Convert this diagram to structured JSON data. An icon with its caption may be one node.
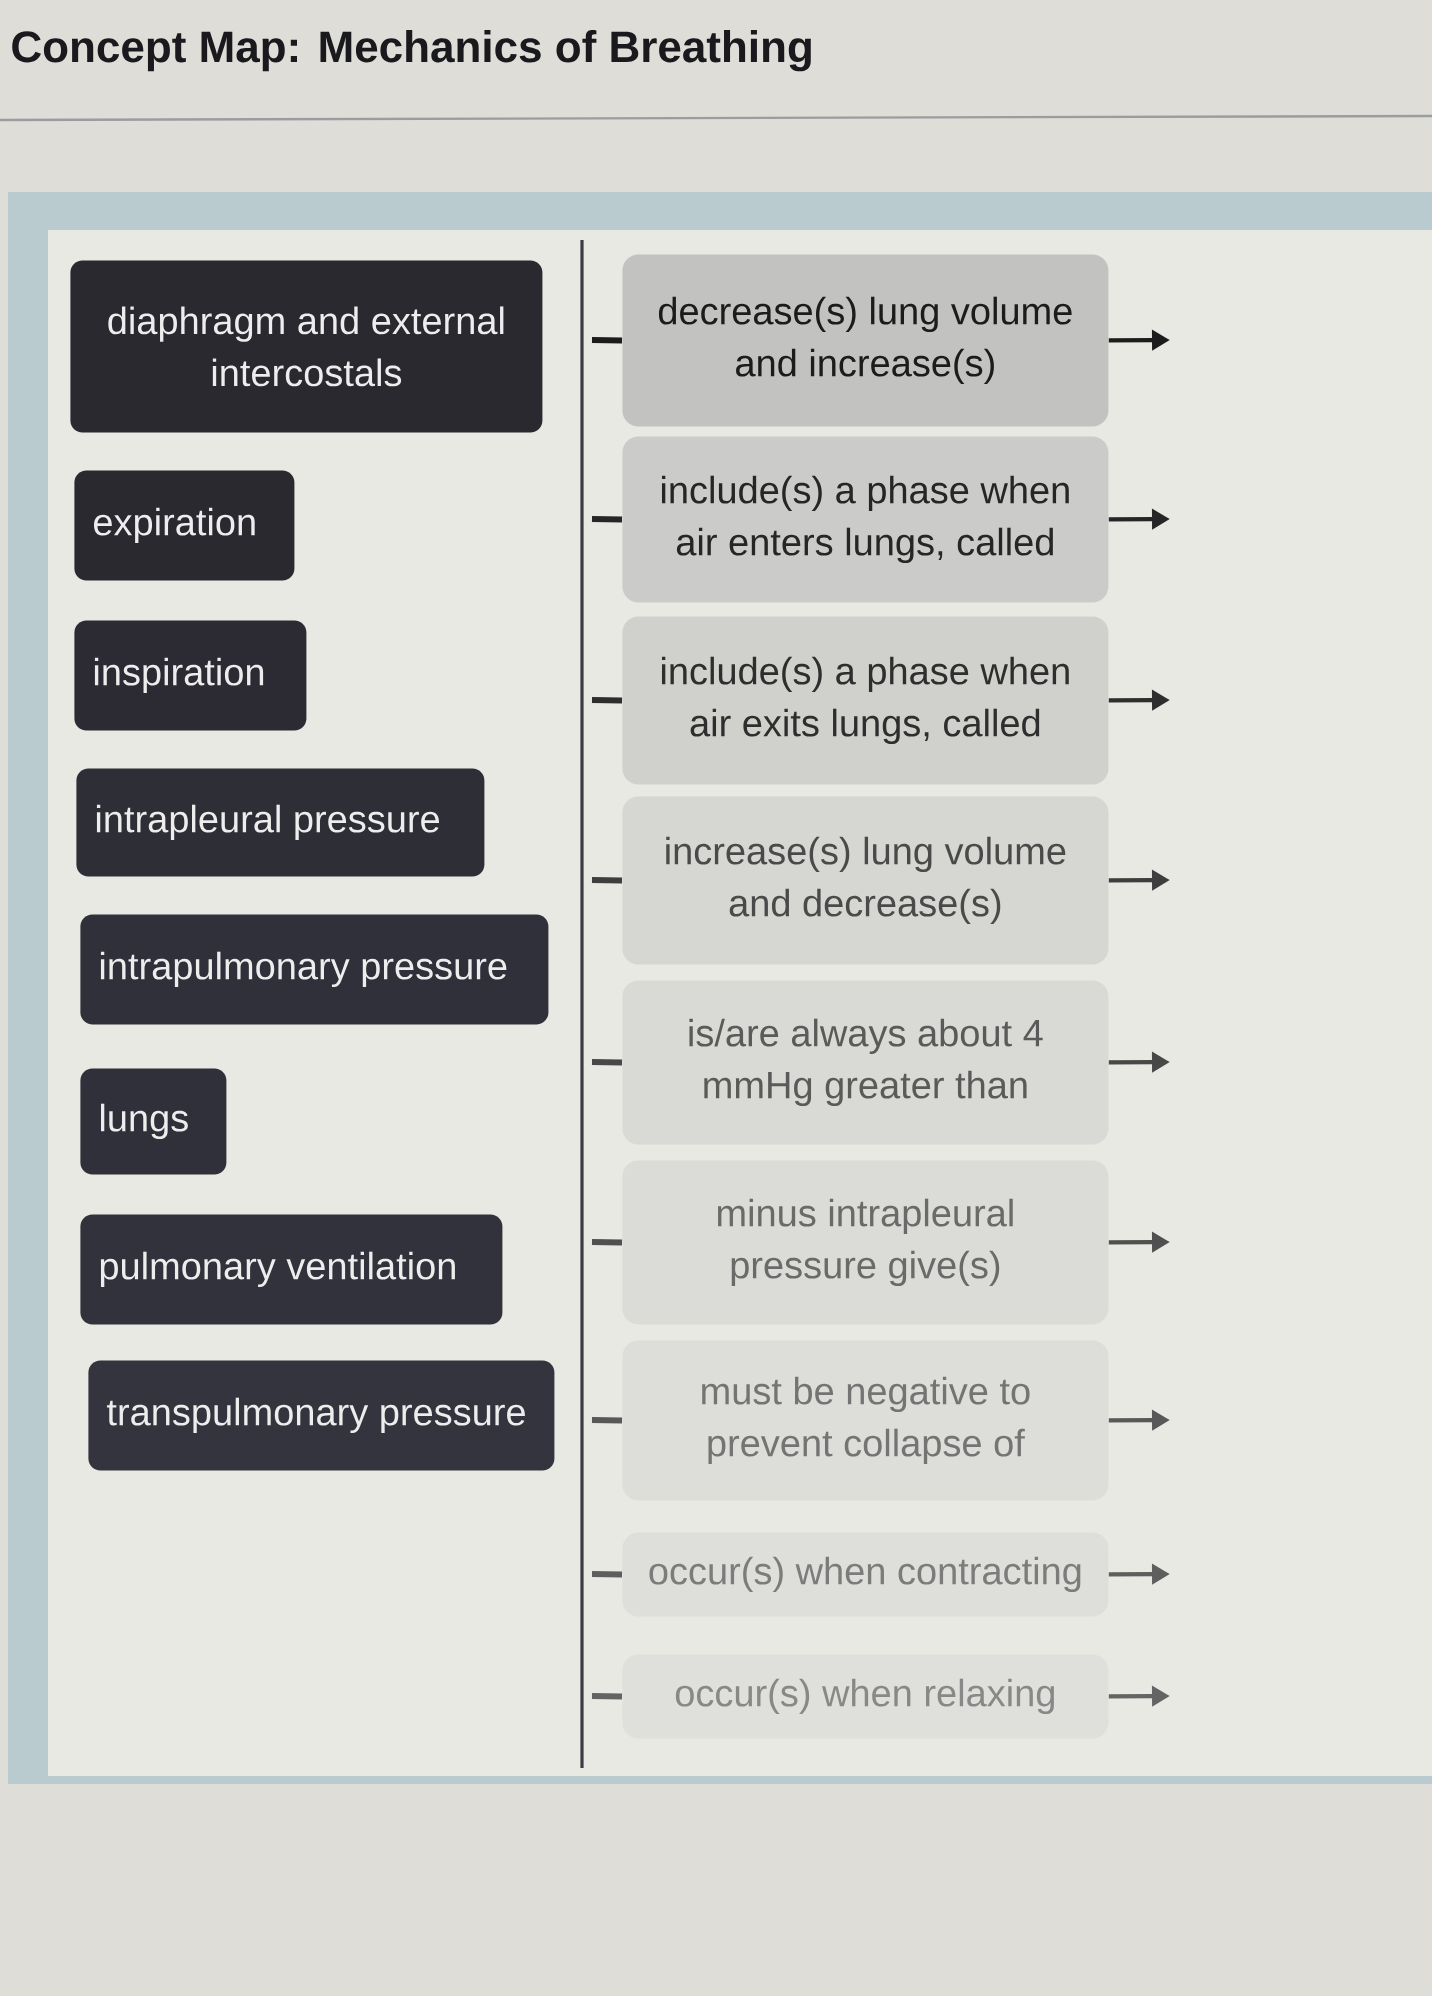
{
  "diagram": {
    "title": "Concept Map: Mechanics of Breathing",
    "nodes": [
      {
        "text": [
          "diaphragm and external intercostals"
        ]
      },
      {
        "text": [
          "expiration"
        ]
      },
      {
        "text": [
          "inspiration"
        ]
      },
      {
        "text": [
          "intrapleural pressure"
        ]
      },
      {
        "text": [
          "intrapulmonary pressure"
        ]
      },
      {
        "text": [
          "lungs"
        ]
      },
      {
        "text": [
          "pulmonary ventilation"
        ]
      },
      {
        "text": [
          "transpulmonary pressure"
        ]
      },
      {
        "text": [
          "decrease(s) lung volume and increase(s)"
        ]
      },
      {
        "text": [
          "include(s) a phase when air enters lungs, called"
        ]
      },
      {
        "text": [
          "include(s) a phase when air exits lungs, called"
        ]
      },
      {
        "text": [
          "increase(s) lung volume and decrease(s)"
        ]
      },
      {
        "text": [
          "is/are always about 4 mmHg greater than"
        ]
      },
      {
        "text": [
          "minus intrapleural pressure give(s)"
        ]
      },
      {
        "text": [
          "must be negative to prevent collapse of"
        ]
      },
      {
        "text": [
          "occur(s) when contracting"
        ]
      },
      {
        "text": [
          "occur(s) when relaxing"
        ]
      }
    ],
    "edges": [
      {
        "from": null,
        "to": 8,
        "arrow": "none"
      },
      {
        "from": 8,
        "to": null,
        "arrow": "to"
      },
      {
        "from": null,
        "to": 9,
        "arrow": "none"
      },
      {
        "from": 9,
        "to": null,
        "arrow": "to"
      },
      {
        "from": null,
        "to": 10,
        "arrow": "none"
      },
      {
        "from": 10,
        "to": null,
        "arrow": "to"
      },
      {
        "from": null,
        "to": 11,
        "arrow": "none"
      },
      {
        "from": 11,
        "to": null,
        "arrow": "to"
      },
      {
        "from": null,
        "to": 12,
        "arrow": "none"
      },
      {
        "from": 12,
        "to": null,
        "arrow": "to"
      },
      {
        "from": null,
        "to": 13,
        "arrow": "none"
      },
      {
        "from": 13,
        "to": null,
        "arrow": "to"
      },
      {
        "from": null,
        "to": 14,
        "arrow": "none"
      },
      {
        "from": 14,
        "to": null,
        "arrow": "to"
      },
      {
        "from": null,
        "to": 15,
        "arrow": "none"
      },
      {
        "from": 15,
        "to": null,
        "arrow": "to"
      },
      {
        "from": null,
        "to": 16,
        "arrow": "none"
      },
      {
        "from": 16,
        "to": null,
        "arrow": "to"
      }
    ]
  }
}
